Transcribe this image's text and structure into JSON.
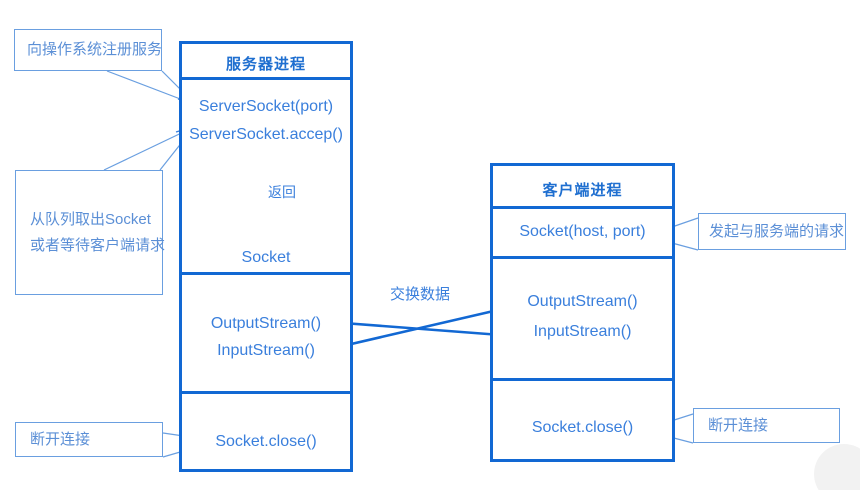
{
  "diagram": {
    "title_hidden": "Java Socket 通信流程图",
    "colors": {
      "box_border": "#1268d3",
      "text": "#3a7fdc",
      "note_border": "#6a9fe0",
      "note_text": "#5b8fd6",
      "arrow": "#1268d3"
    }
  },
  "server": {
    "title": "服务器进程",
    "sections": [
      {
        "labels": [
          "ServerSocket(port)",
          "ServerSocket.accep()",
          "Socket"
        ]
      },
      {
        "labels": [
          "OutputStream()",
          "InputStream()"
        ]
      },
      {
        "labels": [
          "Socket.close()"
        ]
      }
    ],
    "api_server_socket": "ServerSocket(port)",
    "api_accept": "ServerSocket.accep()",
    "api_socket": "Socket",
    "api_output_stream": "OutputStream()",
    "api_input_stream": "InputStream()",
    "api_close": "Socket.close()",
    "return_label": "返回"
  },
  "client": {
    "title": "客户端进程",
    "api_socket": "Socket(host, port)",
    "api_output_stream": "OutputStream()",
    "api_input_stream": "InputStream()",
    "api_close": "Socket.close()"
  },
  "exchange_label": "交换数据",
  "notes": [
    {
      "id": "register-service",
      "lines": [
        "向操作系统注册服务"
      ]
    },
    {
      "id": "dequeue-socket",
      "lines": [
        "从队列取出Socket",
        "或者等待客户端请求"
      ]
    },
    {
      "id": "server-disconnect",
      "lines": [
        "断开连接"
      ]
    },
    {
      "id": "client-request",
      "lines": [
        "发起与服务端的请求"
      ]
    },
    {
      "id": "client-disconnect",
      "lines": [
        "断开连接"
      ]
    }
  ]
}
